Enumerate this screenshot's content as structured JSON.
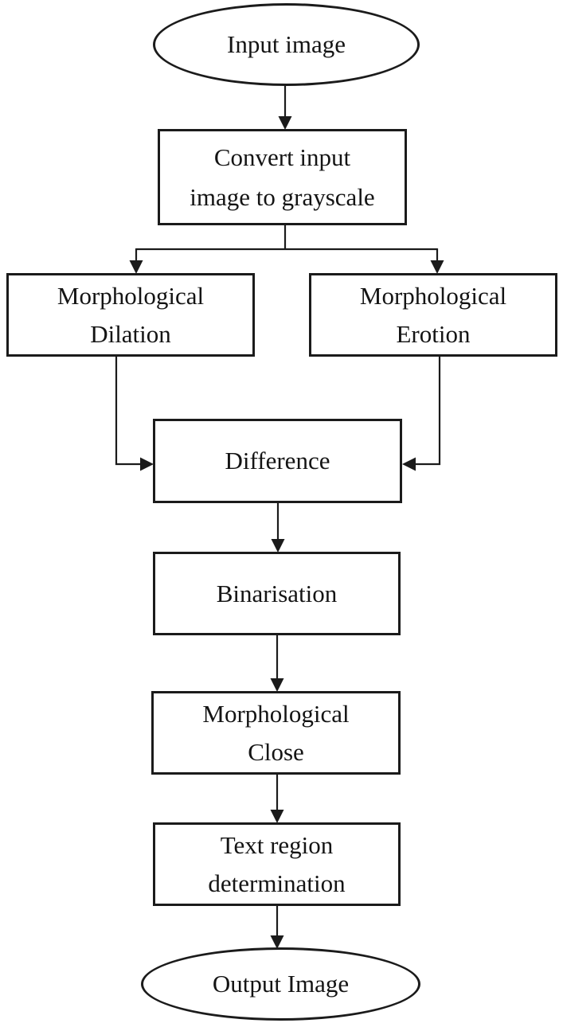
{
  "diagram": {
    "type": "flowchart",
    "background_color": "#ffffff",
    "stroke_color": "#1b1b1b",
    "text_color": "#141414",
    "nodes": [
      {
        "id": "input",
        "shape": "ellipse",
        "lines": [
          "Input image"
        ]
      },
      {
        "id": "grayscale",
        "shape": "rect",
        "lines": [
          "Convert input",
          "image to grayscale"
        ]
      },
      {
        "id": "dilation",
        "shape": "rect",
        "lines": [
          "Morphological",
          "Dilation"
        ]
      },
      {
        "id": "erosion",
        "shape": "rect",
        "lines": [
          "Morphological",
          "Erotion"
        ]
      },
      {
        "id": "difference",
        "shape": "rect",
        "lines": [
          "Difference"
        ]
      },
      {
        "id": "binarisation",
        "shape": "rect",
        "lines": [
          "Binarisation"
        ]
      },
      {
        "id": "close",
        "shape": "rect",
        "lines": [
          "Morphological",
          "Close"
        ]
      },
      {
        "id": "text_region",
        "shape": "rect",
        "lines": [
          "Text region",
          "determination"
        ]
      },
      {
        "id": "output",
        "shape": "ellipse",
        "lines": [
          "Output Image"
        ]
      }
    ],
    "edges": [
      {
        "from": "input",
        "to": "grayscale"
      },
      {
        "from": "grayscale",
        "to": "dilation"
      },
      {
        "from": "grayscale",
        "to": "erosion"
      },
      {
        "from": "dilation",
        "to": "difference"
      },
      {
        "from": "erosion",
        "to": "difference"
      },
      {
        "from": "difference",
        "to": "binarisation"
      },
      {
        "from": "binarisation",
        "to": "close"
      },
      {
        "from": "close",
        "to": "text_region"
      },
      {
        "from": "text_region",
        "to": "output"
      }
    ]
  }
}
